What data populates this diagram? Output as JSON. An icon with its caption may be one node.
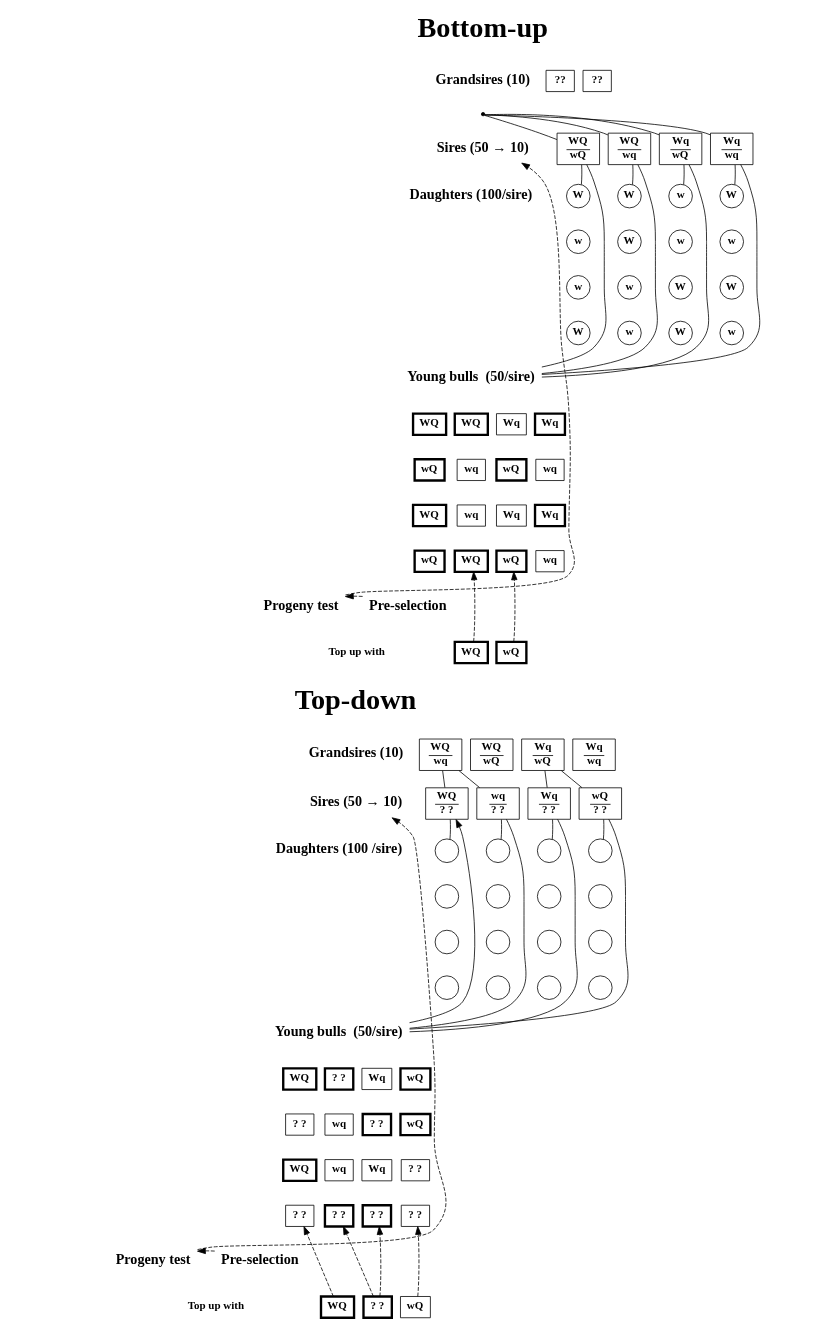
{
  "diagram": {
    "nodes": [
      {
        "text": [
          "??"
        ]
      },
      {
        "text": [
          "??"
        ]
      },
      {
        "text": [
          "Sires (50 → 10)"
        ]
      },
      {
        "text": [
          "WQ",
          "wQ"
        ]
      },
      {
        "text": [
          "WQ",
          "wq"
        ]
      },
      {
        "text": [
          "Wq",
          "wQ"
        ]
      },
      {
        "text": [
          "Wq",
          "wq"
        ]
      },
      {
        "text": [
          "W"
        ]
      },
      {
        "text": [
          "W"
        ]
      },
      {
        "text": [
          "w"
        ]
      },
      {
        "text": [
          "W"
        ]
      },
      {
        "text": [
          "w"
        ]
      },
      {
        "text": [
          "W"
        ]
      },
      {
        "text": [
          "w"
        ]
      },
      {
        "text": [
          "w"
        ]
      },
      {
        "text": [
          "w"
        ]
      },
      {
        "text": [
          "w"
        ]
      },
      {
        "text": [
          "W"
        ]
      },
      {
        "text": [
          "W"
        ]
      },
      {
        "text": [
          "W"
        ]
      },
      {
        "text": [
          "w"
        ]
      },
      {
        "text": [
          "W"
        ]
      },
      {
        "text": [
          "w"
        ]
      },
      {
        "text": [
          "Young bulls  (50/sire)"
        ]
      },
      {
        "text": [
          "WQ"
        ]
      },
      {
        "text": [
          "WQ"
        ]
      },
      {
        "text": [
          "Wq"
        ]
      },
      {
        "text": [
          "Wq"
        ]
      },
      {
        "text": [
          "wQ"
        ]
      },
      {
        "text": [
          "wq"
        ]
      },
      {
        "text": [
          "wQ"
        ]
      },
      {
        "text": [
          "wq"
        ]
      },
      {
        "text": [
          "WQ"
        ]
      },
      {
        "text": [
          "wq"
        ]
      },
      {
        "text": [
          "Wq"
        ]
      },
      {
        "text": [
          "Wq"
        ]
      },
      {
        "text": [
          "wQ"
        ]
      },
      {
        "text": [
          "WQ"
        ]
      },
      {
        "text": [
          "wQ"
        ]
      },
      {
        "text": [
          "wq"
        ]
      },
      {
        "text": [
          "Progeny test"
        ]
      },
      {
        "text": [
          "Pre-selection"
        ]
      },
      {
        "text": [
          "WQ"
        ]
      },
      {
        "text": [
          "wQ"
        ]
      },
      {
        "text": [
          "WQ",
          "wq"
        ]
      },
      {
        "text": [
          "WQ",
          "wQ"
        ]
      },
      {
        "text": [
          "Wq",
          "wQ"
        ]
      },
      {
        "text": [
          "Wq",
          "wq"
        ]
      },
      {
        "text": [
          "Sires (50 → 10)"
        ]
      },
      {
        "text": [
          "WQ",
          "? ?"
        ]
      },
      {
        "text": [
          "wq",
          "? ?"
        ]
      },
      {
        "text": [
          "Wq",
          "? ?"
        ]
      },
      {
        "text": [
          "wQ",
          "? ?"
        ]
      },
      {
        "text": [],
        "shape": "circle"
      },
      {
        "text": [],
        "shape": "circle"
      },
      {
        "text": [],
        "shape": "circle"
      },
      {
        "text": [],
        "shape": "circle"
      },
      {
        "text": [],
        "shape": "circle"
      },
      {
        "text": [],
        "shape": "circle"
      },
      {
        "text": [],
        "shape": "circle"
      },
      {
        "text": [],
        "shape": "circle"
      },
      {
        "text": [],
        "shape": "circle"
      },
      {
        "text": [],
        "shape": "circle"
      },
      {
        "text": [],
        "shape": "circle"
      },
      {
        "text": [],
        "shape": "circle"
      },
      {
        "text": [],
        "shape": "circle"
      },
      {
        "text": [],
        "shape": "circle"
      },
      {
        "text": [],
        "shape": "circle"
      },
      {
        "text": [],
        "shape": "circle"
      },
      {
        "text": [
          "Young bulls  (50/sire)"
        ]
      },
      {
        "text": [
          "WQ"
        ]
      },
      {
        "text": [
          "? ?"
        ]
      },
      {
        "text": [
          "Wq"
        ]
      },
      {
        "text": [
          "wQ"
        ]
      },
      {
        "text": [
          "? ?"
        ]
      },
      {
        "text": [
          "wq"
        ]
      },
      {
        "text": [
          "? ?"
        ]
      },
      {
        "text": [
          "wQ"
        ]
      },
      {
        "text": [
          "WQ"
        ]
      },
      {
        "text": [
          "wq"
        ]
      },
      {
        "text": [
          "Wq"
        ]
      },
      {
        "text": [
          "? ?"
        ]
      },
      {
        "text": [
          "? ?"
        ]
      },
      {
        "text": [
          "? ?"
        ]
      },
      {
        "text": [
          "? ?"
        ]
      },
      {
        "text": [
          "? ?"
        ]
      },
      {
        "text": [
          "Progeny test"
        ]
      },
      {
        "text": [
          "Pre-selection"
        ]
      },
      {
        "text": [
          "WQ"
        ]
      },
      {
        "text": [
          "? ?"
        ]
      },
      {
        "text": [
          "wQ"
        ]
      },
      {
        "text": [],
        "shape": "point"
      }
    ],
    "edges": [
      {
        "from": 91,
        "to": 3,
        "arrow": "none"
      },
      {
        "from": 91,
        "to": 4,
        "arrow": "none"
      },
      {
        "from": 91,
        "to": 5,
        "arrow": "none"
      },
      {
        "from": 91,
        "to": 6,
        "arrow": "none"
      },
      {
        "from": 3,
        "to": 7,
        "arrow": "none"
      },
      {
        "from": 4,
        "to": 8,
        "arrow": "none"
      },
      {
        "from": 5,
        "to": 9,
        "arrow": "none"
      },
      {
        "from": 6,
        "to": 10,
        "arrow": "none"
      },
      {
        "from": 3,
        "to": 23,
        "arrow": "none"
      },
      {
        "from": 4,
        "to": 23,
        "arrow": "none"
      },
      {
        "from": 5,
        "to": 23,
        "arrow": "none"
      },
      {
        "from": 6,
        "to": 23,
        "arrow": "none"
      },
      {
        "from": 41,
        "to": 40,
        "arrow": "to",
        "style": "dashed"
      },
      {
        "from": 40,
        "to": 2,
        "arrow": "to",
        "style": "dashed"
      },
      {
        "from": 42,
        "to": 37,
        "arrow": "to",
        "style": "dashed"
      },
      {
        "from": 43,
        "to": 38,
        "arrow": "to",
        "style": "dashed"
      },
      {
        "from": 44,
        "to": 49,
        "arrow": "none"
      },
      {
        "from": 44,
        "to": 50,
        "arrow": "none"
      },
      {
        "from": 46,
        "to": 51,
        "arrow": "none"
      },
      {
        "from": 46,
        "to": 52,
        "arrow": "none"
      },
      {
        "from": 49,
        "to": 53,
        "arrow": "none"
      },
      {
        "from": 50,
        "to": 54,
        "arrow": "none"
      },
      {
        "from": 51,
        "to": 55,
        "arrow": "none"
      },
      {
        "from": 52,
        "to": 56,
        "arrow": "none"
      },
      {
        "from": 69,
        "to": 49,
        "arrow": "to"
      },
      {
        "from": 50,
        "to": 69,
        "arrow": "none"
      },
      {
        "from": 51,
        "to": 69,
        "arrow": "none"
      },
      {
        "from": 52,
        "to": 69,
        "arrow": "none"
      },
      {
        "from": 87,
        "to": 86,
        "arrow": "to",
        "style": "dashed"
      },
      {
        "from": 86,
        "to": 48,
        "arrow": "to",
        "style": "dashed"
      },
      {
        "from": 88,
        "to": 82,
        "arrow": "to",
        "style": "dashed"
      },
      {
        "from": 89,
        "to": 83,
        "arrow": "to",
        "style": "dashed"
      },
      {
        "from": 89,
        "to": 84,
        "arrow": "to",
        "style": "dashed"
      },
      {
        "from": 90,
        "to": 85,
        "arrow": "to",
        "style": "dashed"
      }
    ],
    "labels": [
      "Bottom-up",
      "Grandsires (10)",
      "Daughters (100/sire)",
      "Top up with",
      "Top-down",
      "Grandsires (10)",
      "Daughters (100 /sire)",
      "Top up with"
    ]
  }
}
